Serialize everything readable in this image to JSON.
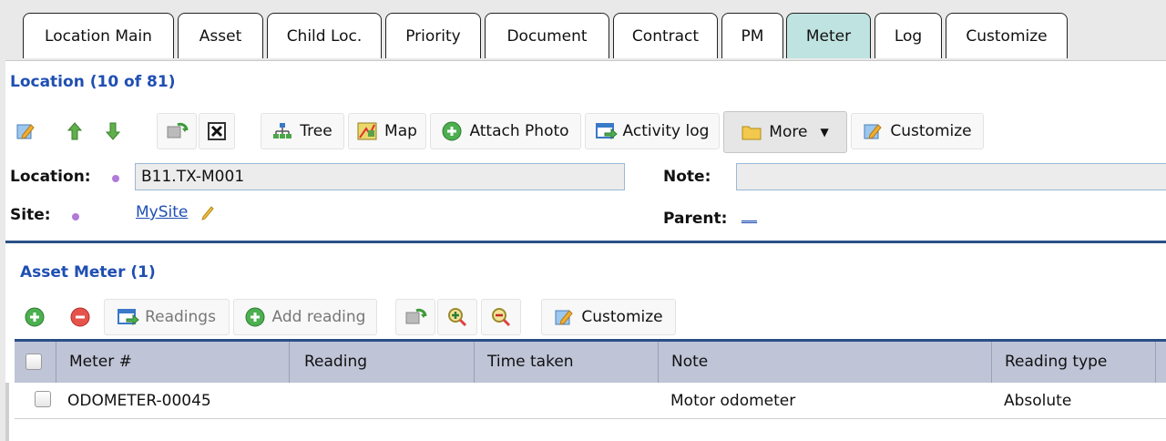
{
  "tabs": [
    {
      "label": "Location Main"
    },
    {
      "label": "Asset"
    },
    {
      "label": "Child Loc."
    },
    {
      "label": "Priority"
    },
    {
      "label": "Document"
    },
    {
      "label": "Contract"
    },
    {
      "label": "PM"
    },
    {
      "label": "Meter",
      "active": true
    },
    {
      "label": "Log"
    },
    {
      "label": "Customize"
    }
  ],
  "location": {
    "title": "Location (10 of 81)",
    "toolbar": {
      "tree": "Tree",
      "map": "Map",
      "attach_photo": "Attach Photo",
      "activity_log": "Activity log",
      "more": "More",
      "customize": "Customize"
    },
    "fields": {
      "location_label": "Location:",
      "location_value": "B11.TX-M001",
      "note_label": "Note:",
      "note_value": "",
      "site_label": "Site:",
      "site_value": "MySite",
      "parent_label": "Parent:",
      "parent_value": "__"
    }
  },
  "asset_meter": {
    "title": "Asset Meter (1)",
    "toolbar": {
      "readings": "Readings",
      "add_reading": "Add reading",
      "customize": "Customize"
    },
    "columns": [
      "Meter #",
      "Reading",
      "Time taken",
      "Note",
      "Reading type"
    ],
    "rows": [
      {
        "meter": "ODOMETER-00045",
        "reading": "",
        "time_taken": "",
        "note": "Motor odometer",
        "reading_type": "Absolute"
      }
    ]
  },
  "colors": {
    "accent_blue": "#1f4fb3",
    "active_tab": "#bfe3e0",
    "header_bg": "#bfc4d7",
    "divider": "#2a4f86",
    "site_dot": "#b07ad9"
  }
}
